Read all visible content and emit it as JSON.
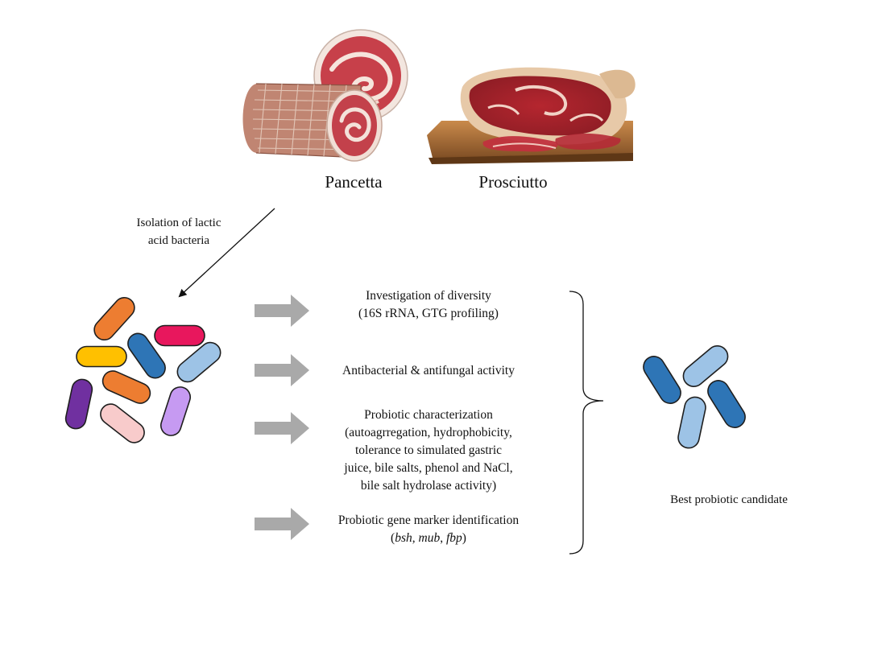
{
  "products": [
    {
      "name": "Pancetta",
      "image": "pancetta-roll-image"
    },
    {
      "name": "Prosciutto",
      "image": "prosciutto-leg-image"
    }
  ],
  "isolation": {
    "lines": [
      "Isolation  of lactic",
      "acid bacteria"
    ]
  },
  "steps": [
    {
      "lines": [
        [
          "Investigation  of diversity"
        ],
        [
          "(16S rRNA, GTG profiling)"
        ]
      ]
    },
    {
      "lines": [
        [
          "Antibacterial  & antifungal  activity"
        ]
      ]
    },
    {
      "lines": [
        [
          "Probiotic  characterization"
        ],
        [
          "(autoagrregation,  hydrophobicity,"
        ],
        [
          "tolerance  to simulated  gastric"
        ],
        [
          "juice, bile salts, phenol and NaCl,"
        ],
        [
          "bile salt hydrolase  activity)"
        ]
      ]
    },
    {
      "lines": [
        [
          "Probiotic  gene marker identification"
        ],
        [
          "(",
          {
            "i": "bsh"
          },
          ", ",
          {
            "i": "mub"
          },
          ", ",
          {
            "i": "fbp"
          },
          ")"
        ]
      ]
    }
  ],
  "result": {
    "label": "Best probiotic  candidate"
  },
  "colors": {
    "step_arrow": "#a9a9a9",
    "orange": "#ed7d31",
    "yellow": "#ffc000",
    "blue_dark": "#2e75b6",
    "magenta": "#e8175d",
    "blue_light": "#9dc3e6",
    "purple_dark": "#7030a0",
    "pink": "#f8cbcb",
    "lavender": "#c69af2",
    "outline": "#1f1f1f"
  },
  "bacteria_mixed": [
    {
      "color": "orange",
      "angle": -48
    },
    {
      "color": "yellow",
      "angle": 0
    },
    {
      "color": "blue_dark",
      "angle": 55
    },
    {
      "color": "magenta",
      "angle": 0
    },
    {
      "color": "blue_light",
      "angle": -40
    },
    {
      "color": "orange",
      "angle": 24
    },
    {
      "color": "purple_dark",
      "angle": -78
    },
    {
      "color": "pink",
      "angle": 38
    },
    {
      "color": "lavender",
      "angle": -72
    }
  ],
  "bacteria_selected": [
    {
      "color": "blue_dark",
      "angle": 58
    },
    {
      "color": "blue_light",
      "angle": -40
    },
    {
      "color": "blue_dark",
      "angle": 58
    },
    {
      "color": "blue_light",
      "angle": -78
    }
  ]
}
